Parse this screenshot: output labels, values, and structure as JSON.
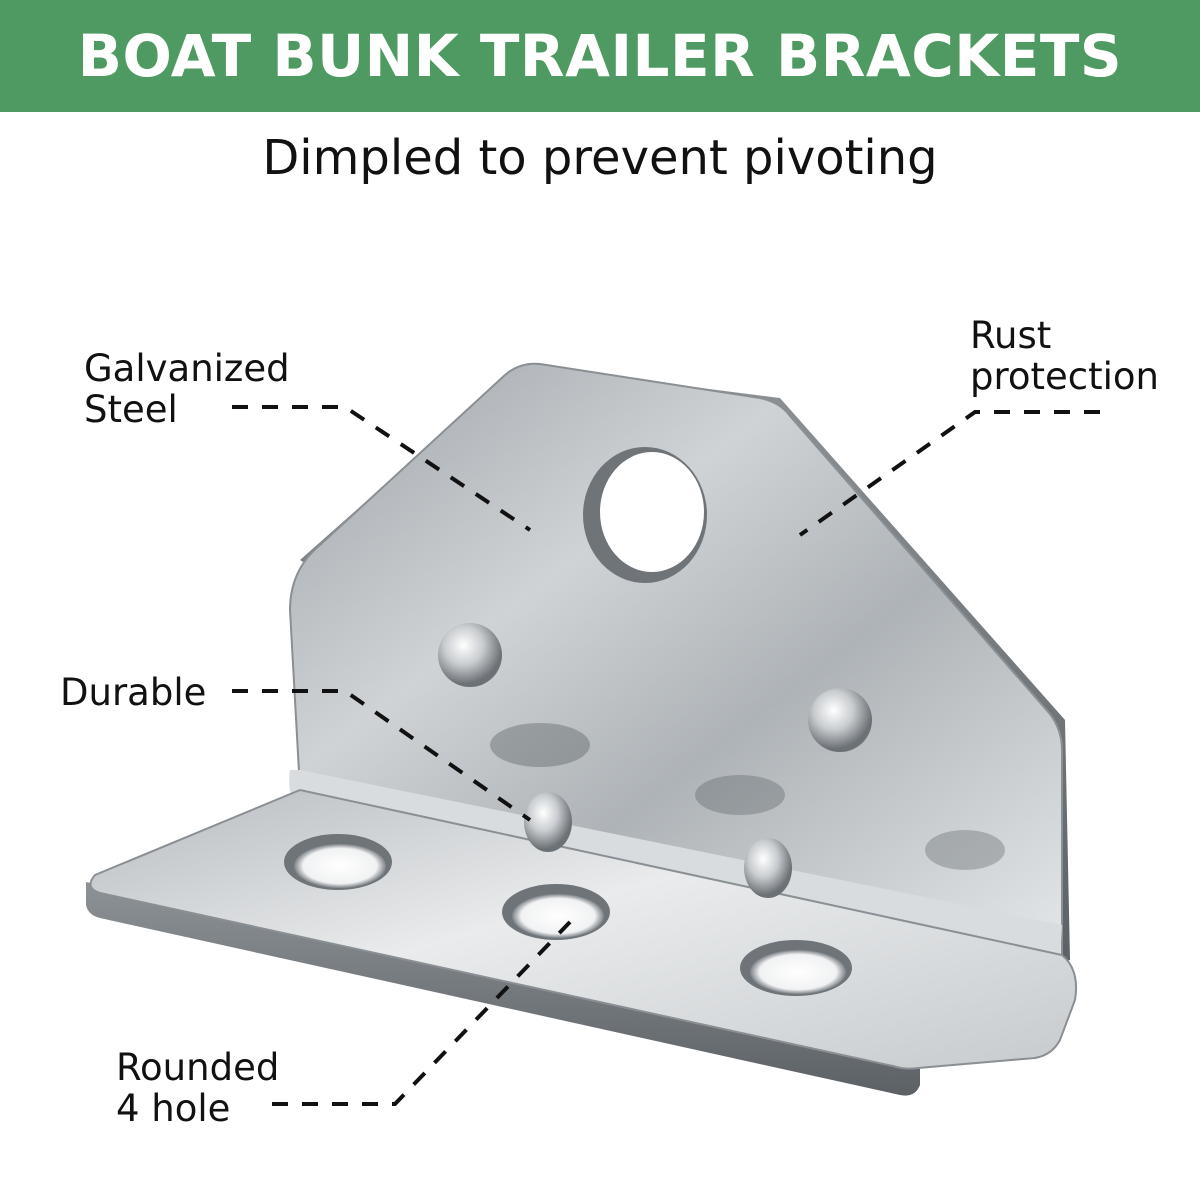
{
  "colors": {
    "banner": "#4f9a62",
    "banner_text": "#ffffff",
    "text": "#111111",
    "steel_light": "#e6e8ea",
    "steel_mid": "#a8adb1",
    "steel_dark": "#5c6166"
  },
  "banner": {
    "title": "BOAT BUNK TRAILER BRACKETS"
  },
  "subtitle": "Dimpled to prevent pivoting",
  "callouts": {
    "galvanized": {
      "line1": "Galvanized",
      "line2": "Steel"
    },
    "rust": {
      "line1": "Rust",
      "line2": "protection"
    },
    "durable": {
      "line1": "Durable"
    },
    "rounded": {
      "line1": "Rounded",
      "line2": "4 hole"
    }
  }
}
